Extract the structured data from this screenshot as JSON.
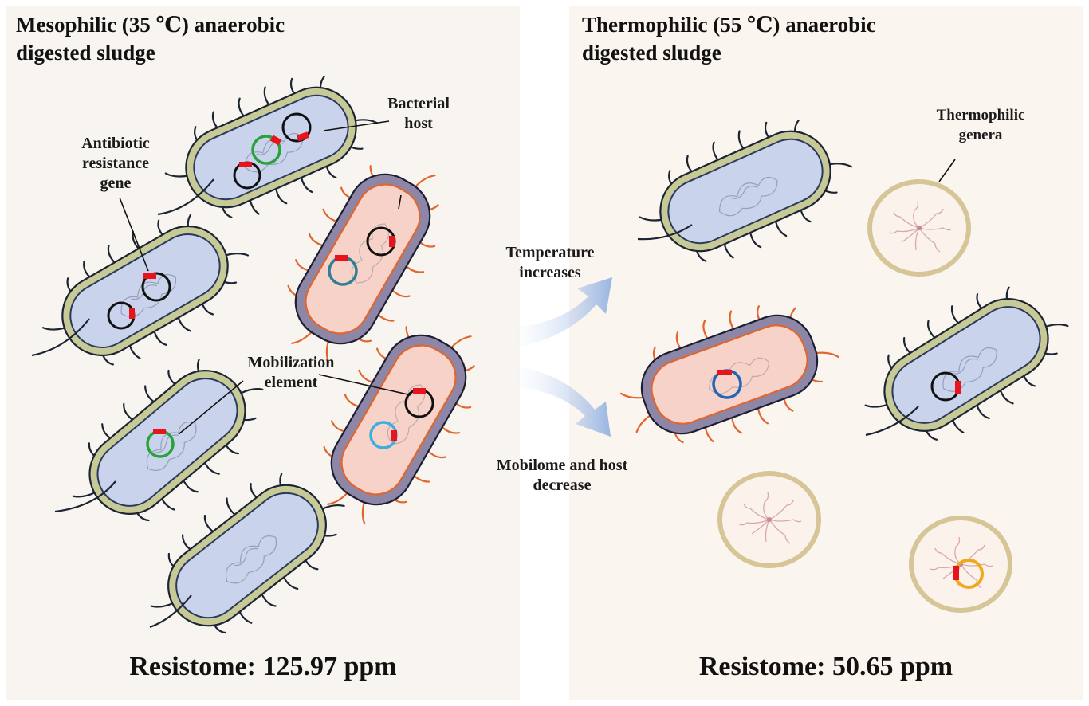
{
  "left_panel": {
    "title": "Mesophilic (35 ℃) anaerobic\ndigested sludge",
    "resistome": "Resistome: 125.97 ppm"
  },
  "right_panel": {
    "title": "Thermophilic (55 ℃) anaerobic\ndigested sludge",
    "resistome": "Resistome: 50.65 ppm"
  },
  "labels": {
    "bacterial_host": "Bacterial\nhost",
    "antibiotic_resistance_gene": "Antibiotic\nresistance\ngene",
    "mobilization_element": "Mobilization\nelement",
    "thermophilic_genera": "Thermophilic\ngenera"
  },
  "arrows": {
    "up_label": "Temperature\nincreases",
    "down_label": "Mobilome and host\ndecrease"
  },
  "colors": {
    "blue_cell_fill": "#c9d4ec",
    "blue_cell_wall": "#c7c996",
    "pink_cell_fill": "#f6d2c8",
    "pink_cell_wall": "#8e86a6",
    "pink_cell_membrane": "#e0662d",
    "arg_marker": "#e8141c",
    "thermo_wall": "#d6c596",
    "thermo_fill": "#fbf2ec",
    "arrow": "#a9bfe3"
  }
}
